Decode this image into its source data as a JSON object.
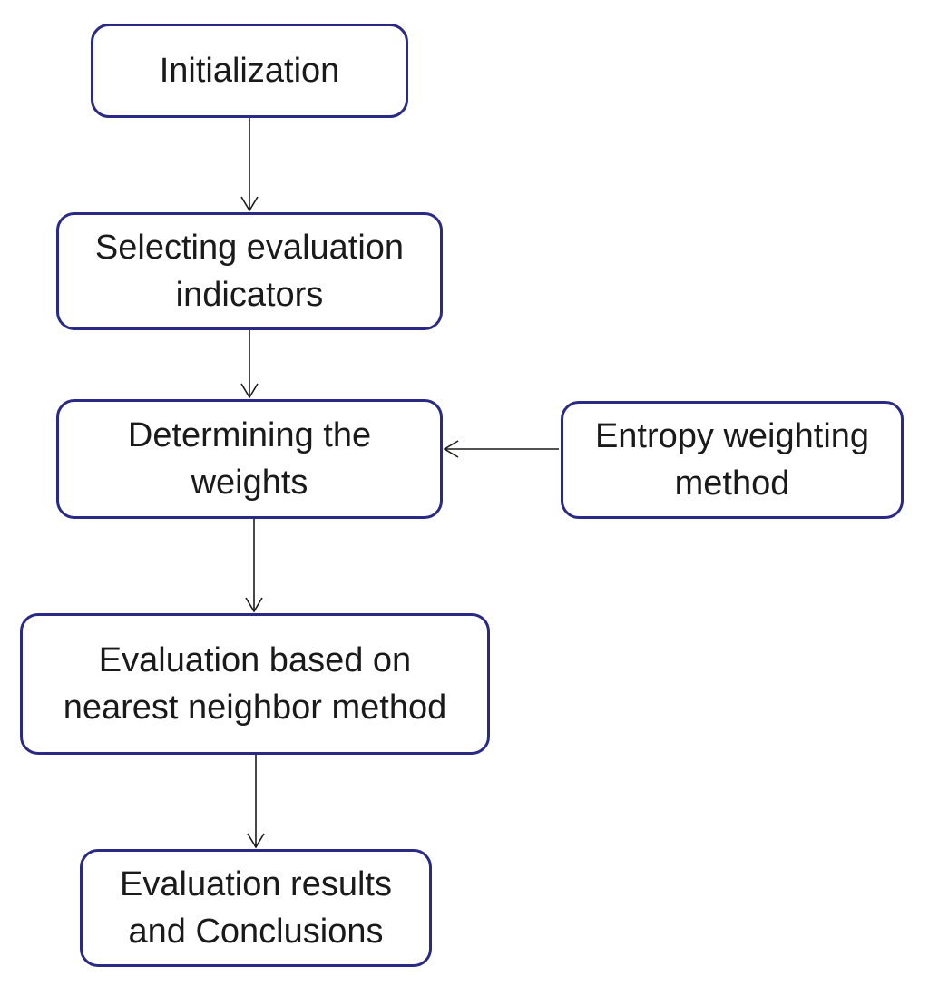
{
  "nodes": {
    "initialization": "Initialization",
    "selecting": "Selecting evaluation\nindicators",
    "determining": "Determining the\nweights",
    "entropy": "Entropy weighting\nmethod",
    "evaluation": "Evaluation based on\nnearest neighbor method",
    "results": "Evaluation results\nand Conclusions"
  },
  "colors": {
    "box_border": "#2a2a86",
    "arrow": "#1a1a1a",
    "text": "#1a1a1a"
  }
}
